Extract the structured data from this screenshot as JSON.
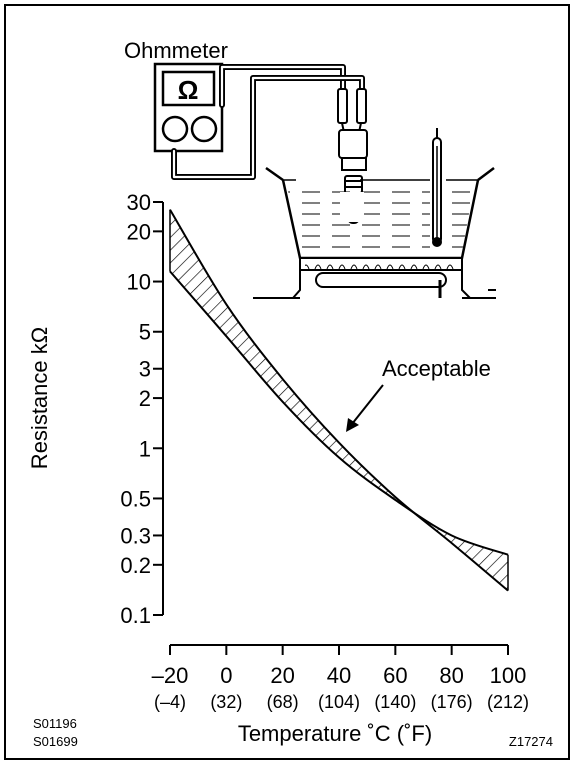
{
  "meter_label": "Ohmmeter",
  "meter_symbol": "Ω",
  "annotation": "Acceptable",
  "codes": {
    "left_top": "S01196",
    "left_bottom": "S01699",
    "right": "Z17274"
  },
  "chart_data": {
    "type": "area",
    "xlabel": "Temperature ˚C (˚F)",
    "ylabel": "Resistance kΩ",
    "x_scale": "linear",
    "y_scale": "log",
    "xlim": [
      -20,
      100
    ],
    "ylim": [
      0.1,
      30
    ],
    "x_ticks": [
      {
        "value": -20,
        "label": "–20",
        "sub": "(–4)"
      },
      {
        "value": 0,
        "label": "0",
        "sub": "(32)"
      },
      {
        "value": 20,
        "label": "20",
        "sub": "(68)"
      },
      {
        "value": 40,
        "label": "40",
        "sub": "(104)"
      },
      {
        "value": 60,
        "label": "60",
        "sub": "(140)"
      },
      {
        "value": 80,
        "label": "80",
        "sub": "(176)"
      },
      {
        "value": 100,
        "label": "100",
        "sub": "(212)"
      }
    ],
    "y_ticks": [
      {
        "value": 30,
        "label": "30"
      },
      {
        "value": 20,
        "label": "20"
      },
      {
        "value": 10,
        "label": "10"
      },
      {
        "value": 5,
        "label": "5"
      },
      {
        "value": 3,
        "label": "3"
      },
      {
        "value": 2,
        "label": "2"
      },
      {
        "value": 1,
        "label": "1"
      },
      {
        "value": 0.5,
        "label": "0.5"
      },
      {
        "value": 0.3,
        "label": "0.3"
      },
      {
        "value": 0.2,
        "label": "0.2"
      },
      {
        "value": 0.1,
        "label": "0.1"
      }
    ],
    "series": [
      {
        "x": [
          -20,
          0,
          20,
          40,
          60,
          80,
          100
        ],
        "y": [
          27,
          7.3,
          2.6,
          1.08,
          0.51,
          0.27,
          0.14
        ]
      },
      {
        "x": [
          -20,
          0,
          20,
          40,
          60,
          80,
          100
        ],
        "y": [
          11.5,
          4.7,
          1.9,
          0.88,
          0.49,
          0.3,
          0.23
        ]
      }
    ],
    "hatch": true,
    "grid": false
  }
}
